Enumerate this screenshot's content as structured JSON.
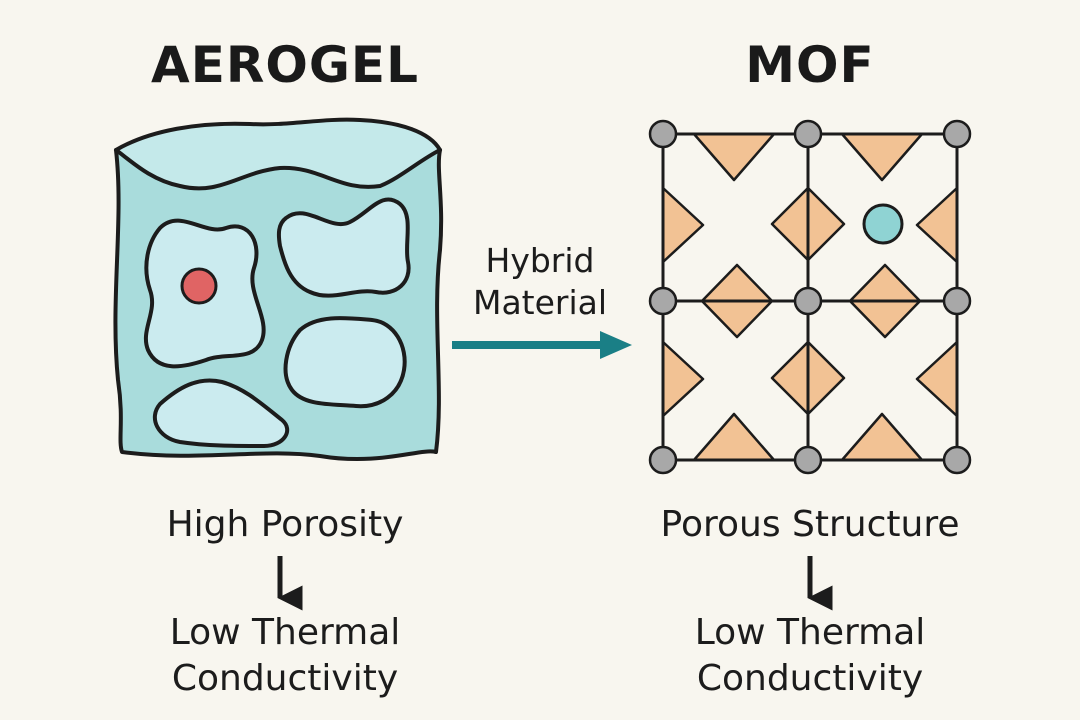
{
  "aerogel": {
    "title": "AEROGEL",
    "property": "High Porosity",
    "result_line1": "Low Thermal",
    "result_line2": "Conductivity"
  },
  "mof": {
    "title": "MOF",
    "property": "Porous Structure",
    "result_line1": "Low Thermal",
    "result_line2": "Conductivity"
  },
  "connector": {
    "line1": "Hybrid",
    "line2": "Material"
  },
  "colors": {
    "background": "#f8f6ef",
    "aerogel_body": "#a9dcdc",
    "aerogel_top": "#c4e9ea",
    "aerogel_pore": "#cbebef",
    "red_particle": "#e06464",
    "mof_triangle": "#f2c294",
    "mof_node": "#a8a8a8",
    "guest_molecule": "#8fd3d3",
    "teal_arrow": "#1a7f86",
    "outline": "#1c1c1c"
  }
}
